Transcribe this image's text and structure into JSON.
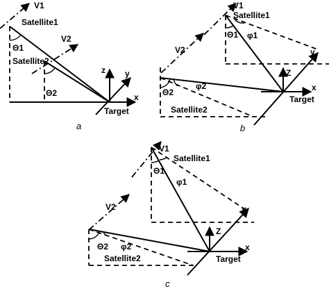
{
  "panels": {
    "a": {
      "caption": "a",
      "labels": {
        "v1": "V1",
        "v2": "V2",
        "satellite1": "Satellite1",
        "satellite2": "Satellite2",
        "theta1": "Θ1",
        "theta2": "Θ2",
        "z": "z",
        "y": "y",
        "x": "x",
        "target": "Target"
      }
    },
    "b": {
      "caption": "b",
      "labels": {
        "v1": "V1",
        "v2": "V2",
        "satellite1": "Satellite1",
        "satellite2": "Satellite2",
        "theta1": "Θ1",
        "theta2": "Θ2",
        "phi1": "φ1",
        "phi2": "φ2",
        "z": "Z",
        "y": "y",
        "x": "x",
        "target": "Target"
      }
    },
    "c": {
      "caption": "c",
      "labels": {
        "v1": "V1",
        "v2": "V2",
        "satellite1": "Satellite1",
        "satellite2": "Satellite2",
        "theta1": "Θ1",
        "theta2": "Θ2",
        "phi1": "φ1",
        "phi2": "φ2",
        "z": "Z",
        "y": "y",
        "x": "x",
        "target": "Target"
      }
    }
  }
}
